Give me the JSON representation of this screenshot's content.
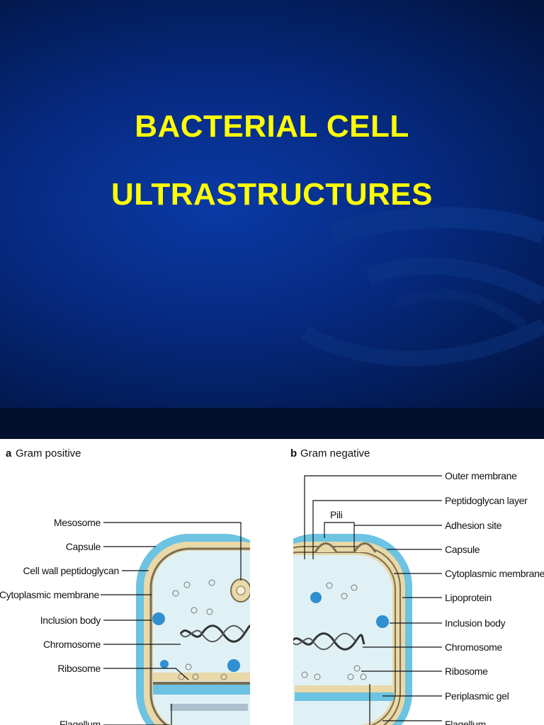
{
  "slide": {
    "title_line_1": "BACTERIAL CELL",
    "title_line_2": "ULTRASTRUCTURES",
    "title_color": "#ffff00",
    "background_color": "#06297e"
  },
  "figure": {
    "panel_a": {
      "letter": "a",
      "title": "Gram positive",
      "labels": [
        "Mesosome",
        "Capsule",
        "Cell wall peptidoglycan",
        "Cytoplasmic membrane",
        "Inclusion body",
        "Chromosome",
        "Ribosome",
        "Flagellum"
      ]
    },
    "panel_b": {
      "letter": "b",
      "title": "Gram negative",
      "pili_label": "Pili",
      "labels": [
        "Outer membrane",
        "Peptidoglycan layer",
        "Adhesion site",
        "Capsule",
        "Cytoplasmic membrane",
        "Lipoprotein",
        "Inclusion body",
        "Chromosome",
        "Ribosome",
        "Periplasmic gel",
        "Flagellum"
      ]
    }
  }
}
